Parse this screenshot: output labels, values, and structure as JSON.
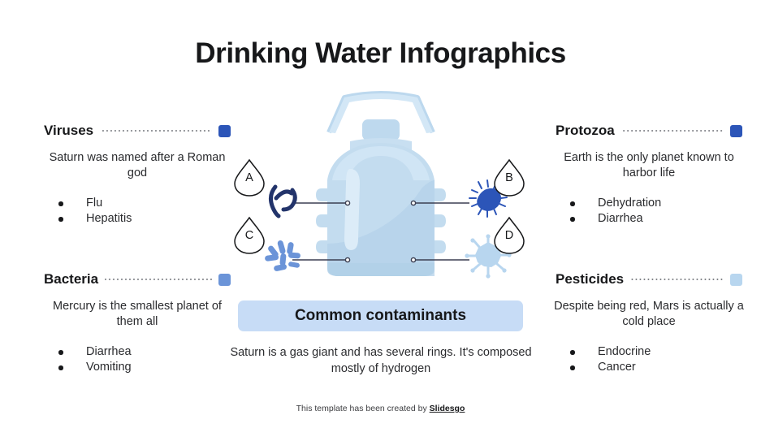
{
  "title": "Drinking Water Infographics",
  "colors": {
    "marker_viruses": "#2c55b8",
    "marker_protozoa": "#2c55b8",
    "marker_bacteria": "#6b94d8",
    "marker_pesticides": "#b8d6ef",
    "banner_bg": "#c7dcf6",
    "jug_body": "#c3dcef",
    "jug_shade": "#acccE4",
    "jug_highlight": "#dcecf8",
    "icon_dark": "#23346b",
    "icon_blue": "#2c55b8",
    "icon_mid": "#6b94d8",
    "icon_light": "#b8d6ef"
  },
  "sections": [
    {
      "id": "viruses",
      "title": "Viruses",
      "marker_color": "#2c55b8",
      "description": "Saturn was named after a Roman god",
      "bullets": [
        "Flu",
        "Hepatitis"
      ]
    },
    {
      "id": "bacteria",
      "title": "Bacteria",
      "marker_color": "#6b94d8",
      "description": "Mercury is the smallest planet of them all",
      "bullets": [
        "Diarrhea",
        "Vomiting"
      ]
    },
    {
      "id": "protozoa",
      "title": "Protozoa",
      "marker_color": "#2c55b8",
      "description": "Earth is the only planet known to harbor life",
      "bullets": [
        "Dehydration",
        "Diarrhea"
      ]
    },
    {
      "id": "pesticides",
      "title": "Pesticides",
      "marker_color": "#b8d6ef",
      "description": "Despite being red, Mars is actually a cold place",
      "bullets": [
        "Endocrine",
        "Cancer"
      ]
    }
  ],
  "diagram": {
    "labels": [
      {
        "letter": "A",
        "icon": "protozoa-icon",
        "position": "top-left"
      },
      {
        "letter": "B",
        "icon": "bacterium-rod-icon",
        "position": "top-right"
      },
      {
        "letter": "C",
        "icon": "bacilli-cluster-icon",
        "position": "bottom-left"
      },
      {
        "letter": "D",
        "icon": "virus-spiky-icon",
        "position": "bottom-right"
      }
    ],
    "center_icon": "water-jug-icon"
  },
  "banner": {
    "heading": "Common contaminants",
    "description": "Saturn is a gas giant and has several rings. It's composed mostly of hydrogen"
  },
  "footer": {
    "prefix": "This template has been created by ",
    "brand": "Slidesgo"
  }
}
